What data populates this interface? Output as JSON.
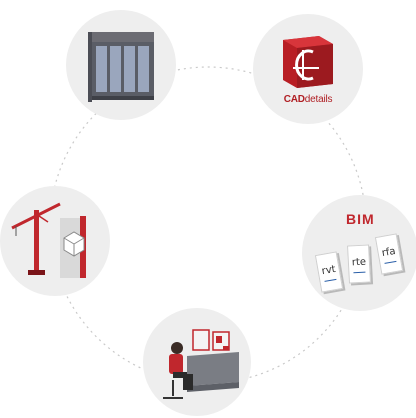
{
  "nodes": {
    "door": {
      "icon": "glazed-door-icon"
    },
    "caddetails": {
      "icon": "caddetails-logo-icon",
      "label_bold": "CAD",
      "label_regular": "details"
    },
    "bim": {
      "title": "BIM",
      "files": [
        "rvt",
        "rte",
        "rfa"
      ],
      "icon": "bim-files-icon"
    },
    "desk": {
      "icon": "designer-at-desk-icon"
    },
    "crane": {
      "icon": "tower-crane-icon"
    }
  },
  "colors": {
    "accent": "#c0272d",
    "circle": "#eeeeee",
    "connector": "#c9c9c9"
  }
}
